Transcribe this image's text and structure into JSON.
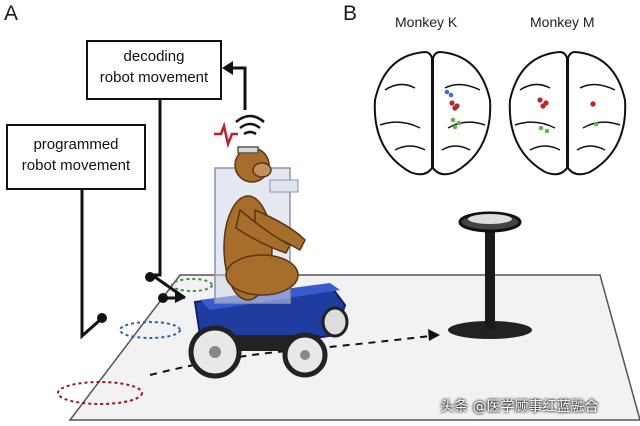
{
  "panels": {
    "a": "A",
    "b": "B"
  },
  "boxes": {
    "decoding": [
      "decoding",
      "robot movement"
    ],
    "programmed": [
      "programmed",
      "robot movement"
    ]
  },
  "brains": {
    "left_title": "Monkey K",
    "right_title": "Monkey M"
  },
  "colors": {
    "electrode_red": "#c0202a",
    "electrode_blue": "#3d6fcf",
    "electrode_green": "#5fb34a",
    "wheelchair_blue": "#1f3da0",
    "monkey_brown": "#a66d2b",
    "zone_red": "#8c1c1c",
    "zone_blue": "#2f5fb0",
    "zone_green": "#3f8f3f"
  },
  "icons": [
    "wifi-signal-icon",
    "neural-spike-icon",
    "arrow-icon"
  ],
  "watermark": "头条 @医学顾事红蓝融合"
}
